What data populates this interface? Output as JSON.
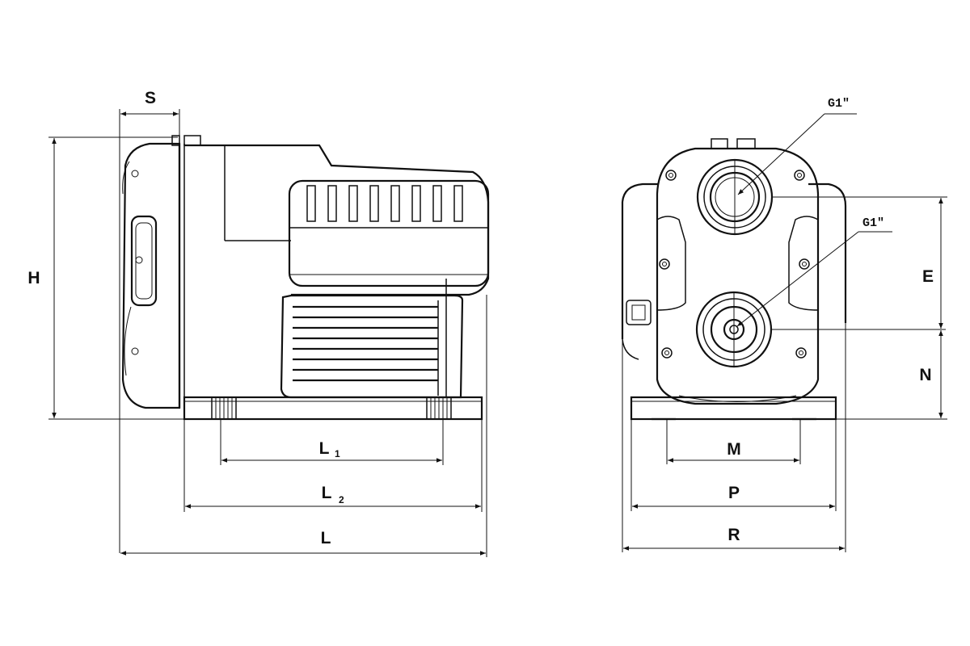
{
  "side_view": {
    "dim_s": "S",
    "dim_h": "H",
    "dim_l1_main": "L",
    "dim_l1_sub": "1",
    "dim_l2_main": "L",
    "dim_l2_sub": "2",
    "dim_l": "L"
  },
  "front_view": {
    "outlet_thread": "G1\"",
    "inlet_thread": "G1\"",
    "dim_e": "E",
    "dim_n": "N",
    "dim_m": "M",
    "dim_p": "P",
    "dim_r": "R"
  }
}
